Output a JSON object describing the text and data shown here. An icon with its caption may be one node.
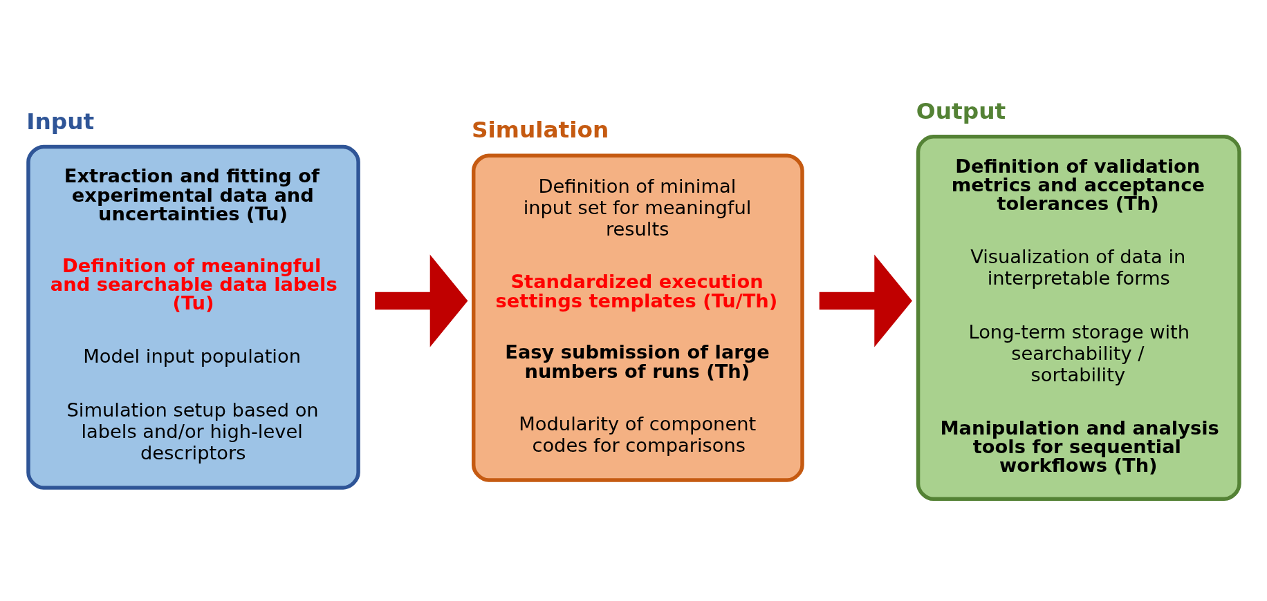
{
  "diagram": {
    "nodes": [
      {
        "text": [
          "Input",
          "Extraction and fitting of experimental data and uncertainties (Tu)",
          "Definition of meaningful and searchable data labels (Tu)",
          "Model input population",
          "Simulation setup based on labels and/or high-level descriptors"
        ]
      },
      {
        "text": [
          "Simulation",
          "Definition of minimal input set for meaningful results",
          "Standardized execution settings templates (Tu/Th)",
          "Easy submission of large numbers of runs (Th)",
          "Modularity of component codes for comparisons"
        ]
      },
      {
        "text": [
          "Output",
          "Definition of validation metrics and acceptance tolerances (Th)",
          "Visualization of data in interpretable forms",
          "Long-term storage with searchability / sortability",
          "Manipulation and analysis tools for sequential workflows (Th)"
        ]
      }
    ],
    "edges": [
      {
        "from": 0,
        "to": 1,
        "arrow": "to",
        "color": "#c00000"
      },
      {
        "from": 1,
        "to": 2,
        "arrow": "to",
        "color": "#c00000"
      }
    ]
  }
}
